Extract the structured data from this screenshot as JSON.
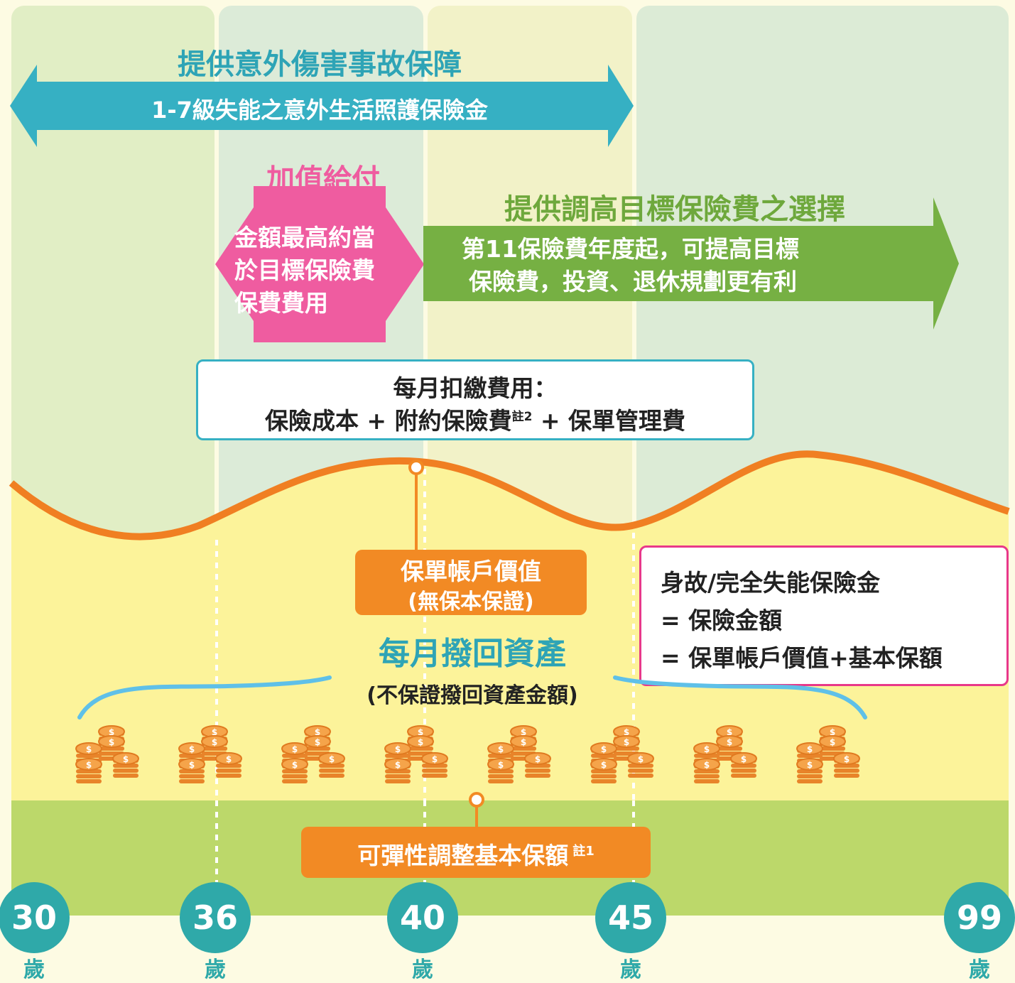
{
  "accident": {
    "title": "提供意外傷害事故保障",
    "arrow_label": "1-7級失能之意外生活照護保險金"
  },
  "bonus": {
    "title": "加值給付",
    "lines": [
      "金額最高約當",
      "於目標保險費",
      "保費費用"
    ]
  },
  "raise_premium": {
    "title": "提供調高目標保險費之選擇",
    "lines": [
      "第11保險費年度起，可提高目標",
      "保險費，投資、退休規劃更有利"
    ]
  },
  "monthly_fee": {
    "line1": "每月扣繳費用：",
    "line2_a": "保險成本 + 附約保險費",
    "note": "註2",
    "line2_b": " + 保單管理費"
  },
  "account_value": {
    "line1": "保單帳戶價值",
    "line2": "(無保本保證)"
  },
  "death_benefit": {
    "lines": [
      "身故/完全失能保險金",
      "= 保險金額",
      "= 保單帳戶價值+基本保額"
    ]
  },
  "payout": {
    "title": "每月撥回資產",
    "subtitle": "(不保證撥回資產金額)"
  },
  "basic_amount": {
    "label": "可彈性調整基本保額",
    "note": "註1"
  },
  "ages": [
    {
      "age": "30",
      "unit": "歲"
    },
    {
      "age": "36",
      "unit": "歲"
    },
    {
      "age": "40",
      "unit": "歲"
    },
    {
      "age": "45",
      "unit": "歲"
    },
    {
      "age": "99",
      "unit": "歲"
    }
  ],
  "colors": {
    "teal": "#36b0c3",
    "pink": "#ef5ca0",
    "green_arrow": "#76b043",
    "orange": "#f28a24",
    "age_circle": "#2fa9a9",
    "lime_band": "#bcd86a"
  },
  "icons": {
    "coin": "coin-stack-icon"
  }
}
